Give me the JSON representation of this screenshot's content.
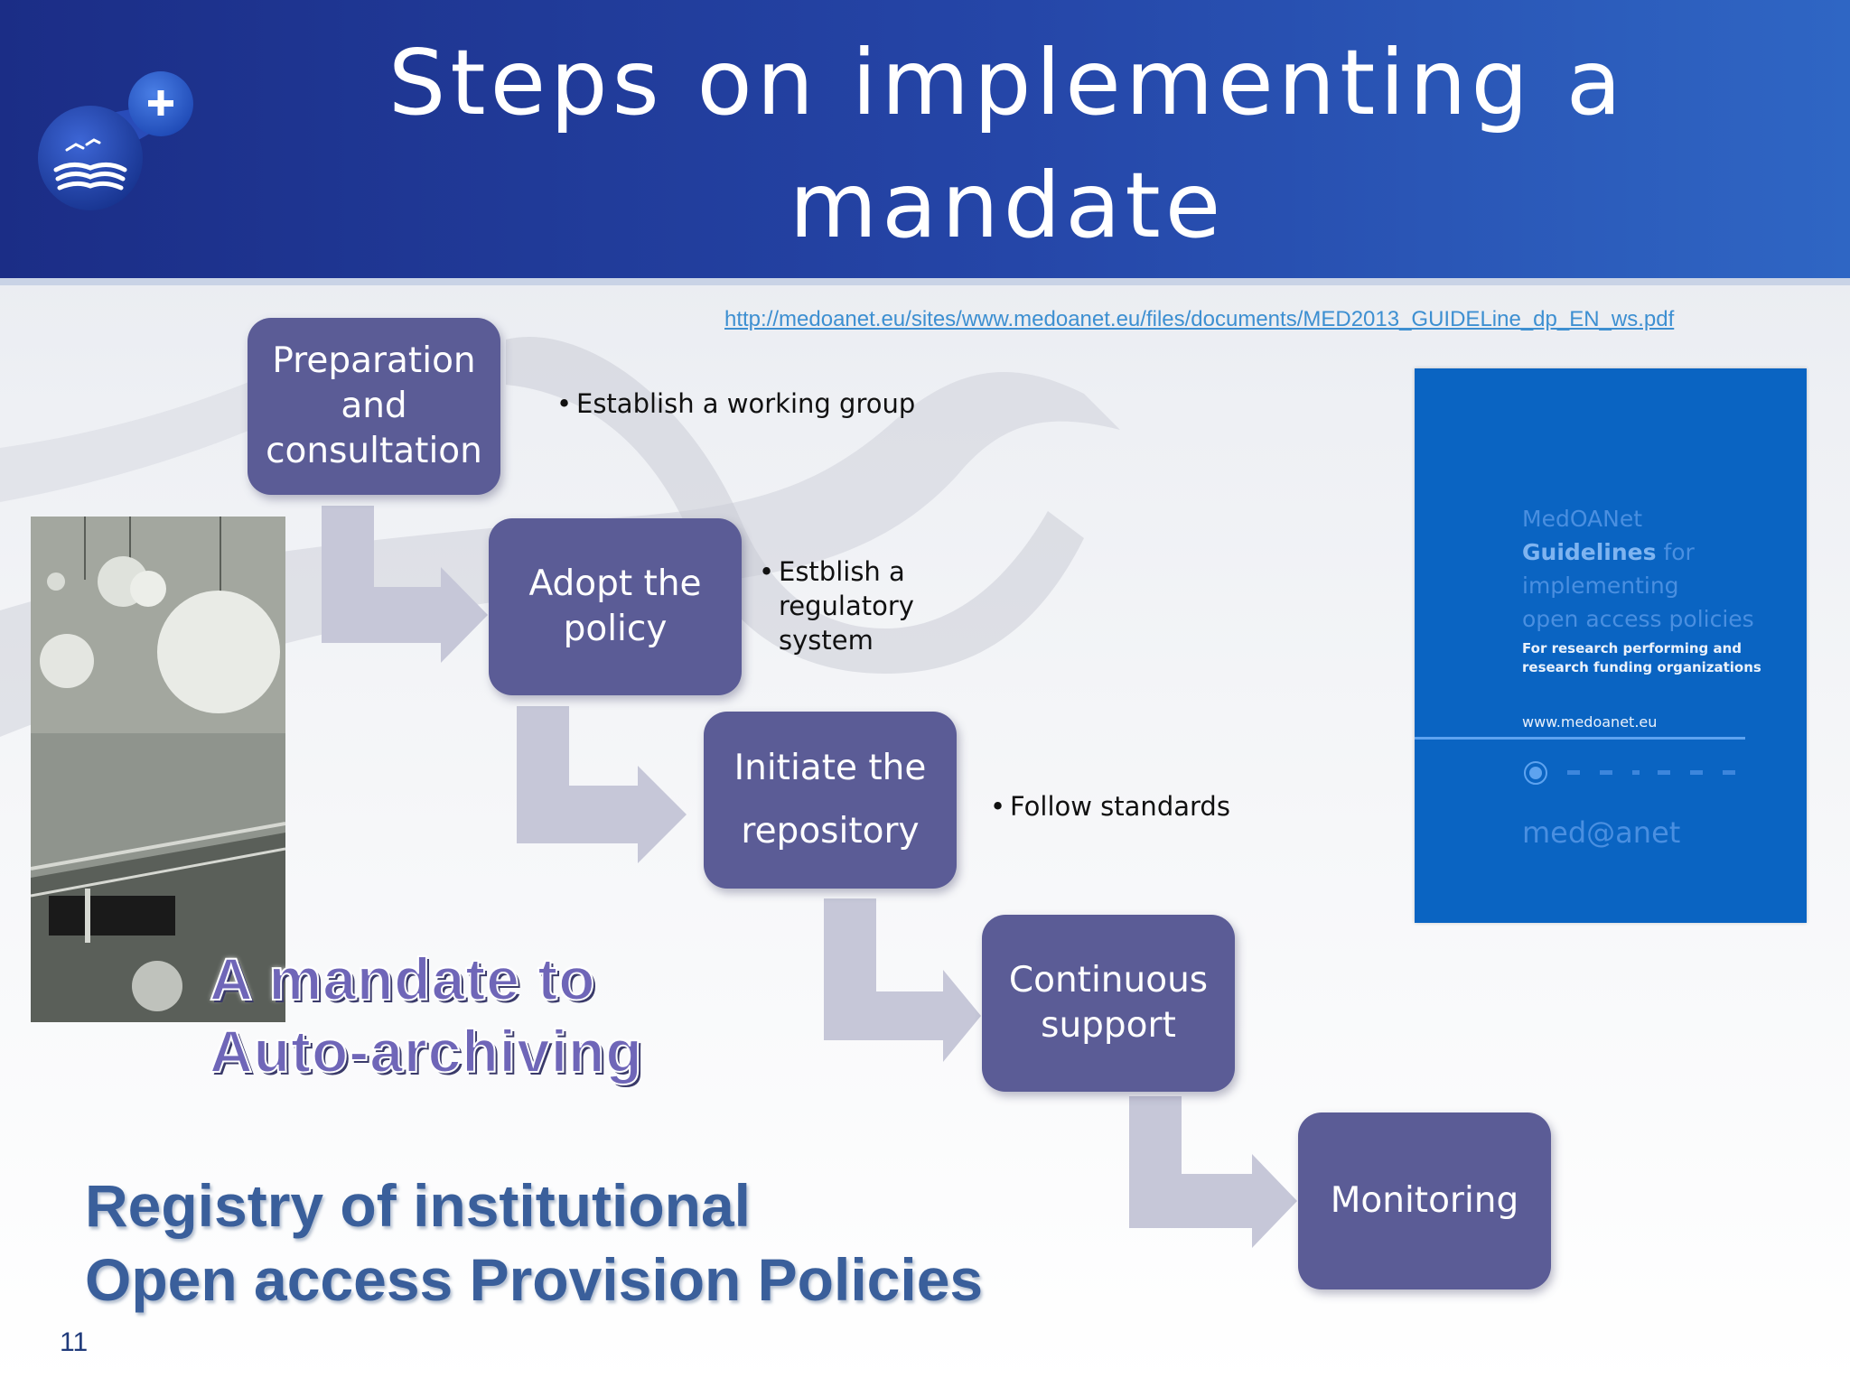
{
  "slide": {
    "title": "Steps on implementing a mandate",
    "source_link": "http://medoanet.eu/sites/www.medoanet.eu/files/documents/MED2013_GUIDELine_dp_EN_ws.pdf",
    "page_number": "11"
  },
  "steps": [
    {
      "label": "Preparation and consultation",
      "bullet": "Establish a working group"
    },
    {
      "label": "Adopt the policy",
      "bullet": "Estblish a regulatory system"
    },
    {
      "label": "Initiate the repository",
      "bullet": "Follow standards"
    },
    {
      "label": "Continuous support"
    },
    {
      "label": "Monitoring"
    }
  ],
  "captions": {
    "mandate_line1": "A mandate to",
    "mandate_line2": "Auto-archiving",
    "registry_line1": "Registry of institutional",
    "registry_line2": "Open access Provision Policies"
  },
  "cover": {
    "title_line1": "MedOANet",
    "title_line2_bold": "Guidelines",
    "title_line2_rest": " for",
    "title_line3": "implementing",
    "title_line4": "open access policies",
    "subtitle_line1": "For research performing and",
    "subtitle_line2": "research funding organizations",
    "url": "www.medoanet.eu",
    "brand": "med@anet"
  },
  "colors": {
    "header": "#2546a8",
    "step_box": "#5b5c96",
    "arrow": "#c6c7d8",
    "cover": "#0a64c2"
  },
  "icons": [
    "plus-icon",
    "book-waves-logo"
  ]
}
